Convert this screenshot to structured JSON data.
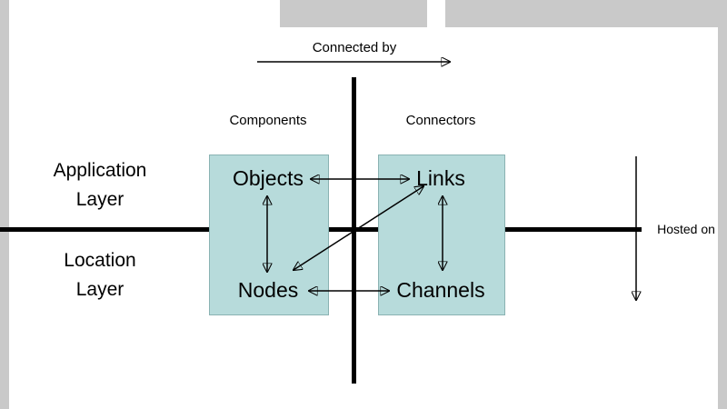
{
  "diagram": {
    "top_arrow_label": "Connected by",
    "right_arrow_label": "Hosted on",
    "column_headers": [
      {
        "label": "Components"
      },
      {
        "label": "Connectors"
      }
    ],
    "row_headers": [
      {
        "line1": "Application",
        "line2": "Layer"
      },
      {
        "line1": "Location",
        "line2": "Layer"
      }
    ],
    "cells": {
      "objects": "Objects",
      "links": "Links",
      "nodes": "Nodes",
      "channels": "Channels"
    },
    "colors": {
      "line": "#000000",
      "box_fill": "#b7dbdb",
      "box_border": "#8ab2b2",
      "margin_gray": "#c9c9c9"
    }
  }
}
